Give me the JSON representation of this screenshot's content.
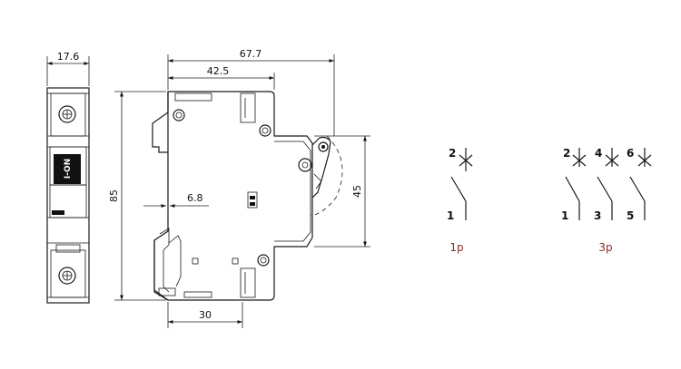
{
  "dimensions": {
    "front_width": "17.6",
    "overall_depth": "67.7",
    "partial_depth": "42.5",
    "height": "85",
    "front_offset": "6.8",
    "right_height": "45",
    "rail_width": "30"
  },
  "device": {
    "handle_label": "I-ON"
  },
  "symbol_1p": {
    "top_terminal": "2",
    "bottom_terminal": "1",
    "caption": "1p"
  },
  "symbol_3p": {
    "top_terminals": [
      "2",
      "4",
      "6"
    ],
    "bottom_terminals": [
      "1",
      "3",
      "5"
    ],
    "caption": "3p"
  },
  "colors": {
    "line": "#1a1a1a",
    "caption": "#8b2a2a"
  }
}
